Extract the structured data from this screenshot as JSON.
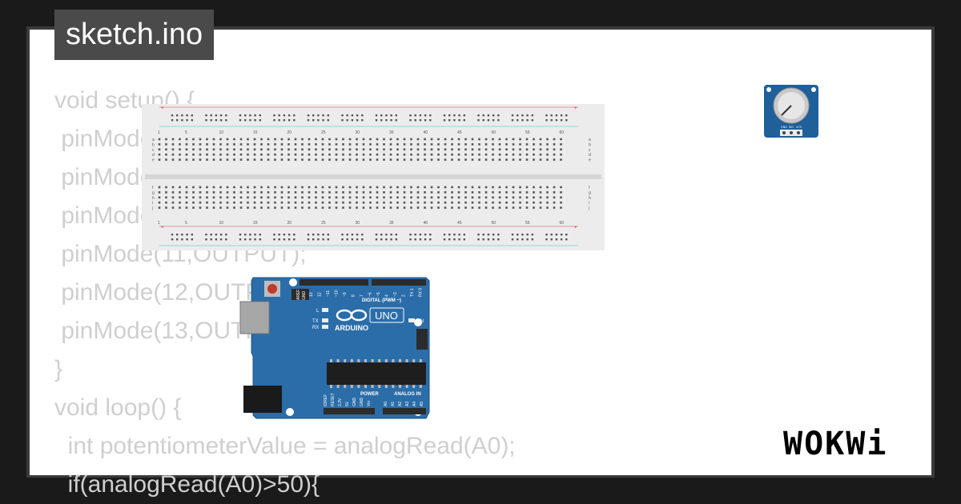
{
  "file_tab": {
    "label": "sketch.ino"
  },
  "code": {
    "lines": [
      "void setup() {",
      " pinMode(8,OUTPUT);",
      " pinMode(9,OUTPUT);",
      " pinMode(10,OUTPUT);",
      " pinMode(11,OUTPUT);",
      " pinMode(12,OUTPUT);",
      " pinMode(13,OUTPUT);",
      "}",
      "void loop() {",
      "  int potentiometerValue = analogRead(A0);",
      "  if(analogRead(A0)>50){"
    ]
  },
  "breadboard": {
    "column_labels": [
      "1",
      "5",
      "10",
      "15",
      "20",
      "25",
      "30",
      "35",
      "40",
      "45",
      "50",
      "55",
      "60"
    ],
    "row_labels_top": [
      "a",
      "b",
      "c",
      "d",
      "e"
    ],
    "row_labels_bottom": [
      "f",
      "g",
      "h",
      "i",
      "j"
    ],
    "rail_plus": "+",
    "rail_minus": "−"
  },
  "arduino": {
    "brand": "ARDUINO",
    "model": "UNO",
    "digital_label": "DIGITAL (PWM ~)",
    "power_label": "POWER",
    "analog_label": "ANALOG IN",
    "on_label": "ON",
    "led_l": "L",
    "led_tx": "TX",
    "led_rx": "RX",
    "aref": "AREF",
    "gnd": "GND",
    "digital_pins": [
      "13",
      "12",
      "~11",
      "~10",
      "~9",
      "8",
      "7",
      "~6",
      "~5",
      "4",
      "~3",
      "2",
      "TX 1",
      "RX 0"
    ],
    "power_pins": [
      "IOREF",
      "RESET",
      "3.3V",
      "5V",
      "GND",
      "GND",
      "Vin"
    ],
    "analog_pins": [
      "A0",
      "A1",
      "A2",
      "A3",
      "A4",
      "A5"
    ],
    "colors": {
      "board": "#2b6da8",
      "header": "#2b2b2b"
    }
  },
  "potentiometer": {
    "pin_labels": [
      "GND",
      "SIG",
      "VCC"
    ],
    "color": "#1f5f9a"
  },
  "logo": {
    "text": "WOKWi"
  }
}
